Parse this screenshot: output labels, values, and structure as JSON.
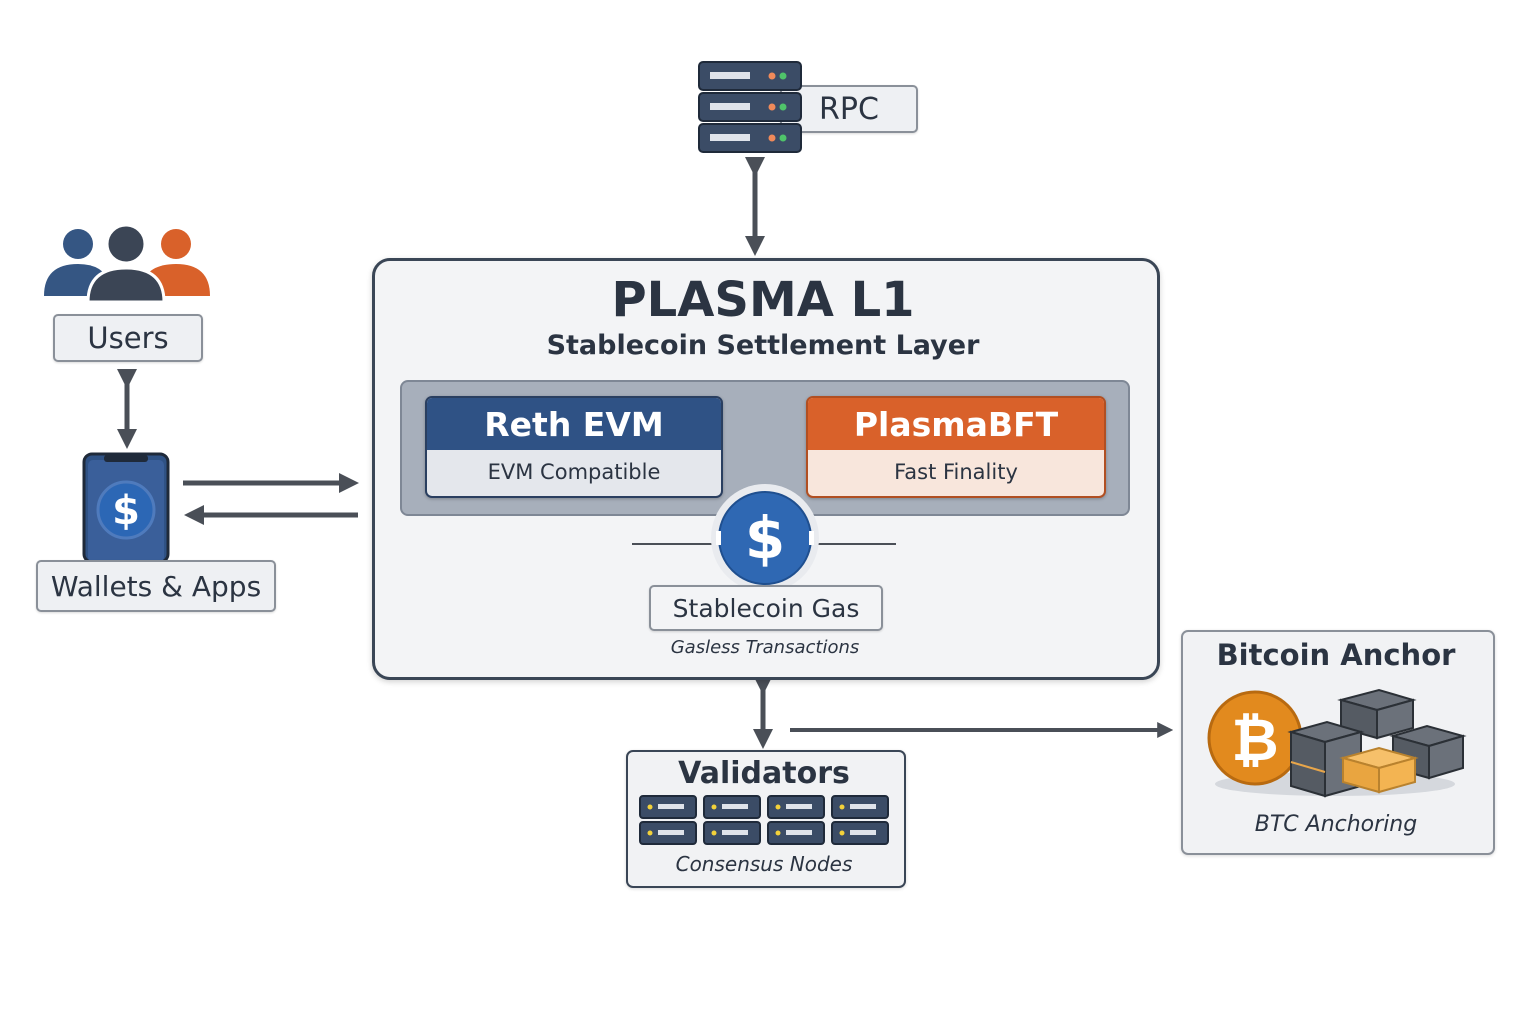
{
  "diagram": {
    "rpc": {
      "label": "RPC",
      "icon": "server-stack-icon"
    },
    "users": {
      "label": "Users",
      "icon": "users-group-icon"
    },
    "wallets": {
      "label": "Wallets & Apps",
      "icon": "phone-dollar-icon"
    },
    "plasma": {
      "title": "PLASMA L1",
      "subtitle": "Stablecoin Settlement Layer",
      "modules": [
        {
          "title": "Reth EVM",
          "subtitle": "EVM Compatible",
          "color": "#2f5285"
        },
        {
          "title": "PlasmaBFT",
          "subtitle": "Fast Finality",
          "color": "#d9612a"
        }
      ],
      "stablecoin": {
        "symbol": "$",
        "label": "Stablecoin Gas",
        "caption": "Gasless Transactions",
        "color": "#2f68b3"
      }
    },
    "validators": {
      "title": "Validators",
      "caption": "Consensus Nodes",
      "node_count": 8
    },
    "bitcoin": {
      "title": "Bitcoin Anchor",
      "caption": "BTC Anchoring",
      "symbol": "₿",
      "color": "#e28a1e"
    },
    "connections": [
      {
        "from": "RPC",
        "to": "PLASMA L1",
        "direction": "bidirectional"
      },
      {
        "from": "Users",
        "to": "Wallets & Apps",
        "direction": "bidirectional"
      },
      {
        "from": "Wallets & Apps",
        "to": "PLASMA L1",
        "direction": "forward"
      },
      {
        "from": "PLASMA L1",
        "to": "Wallets & Apps",
        "direction": "forward"
      },
      {
        "from": "PLASMA L1",
        "to": "Validators",
        "direction": "bidirectional"
      },
      {
        "from": "Validators",
        "to": "Bitcoin Anchor",
        "direction": "forward"
      }
    ]
  }
}
